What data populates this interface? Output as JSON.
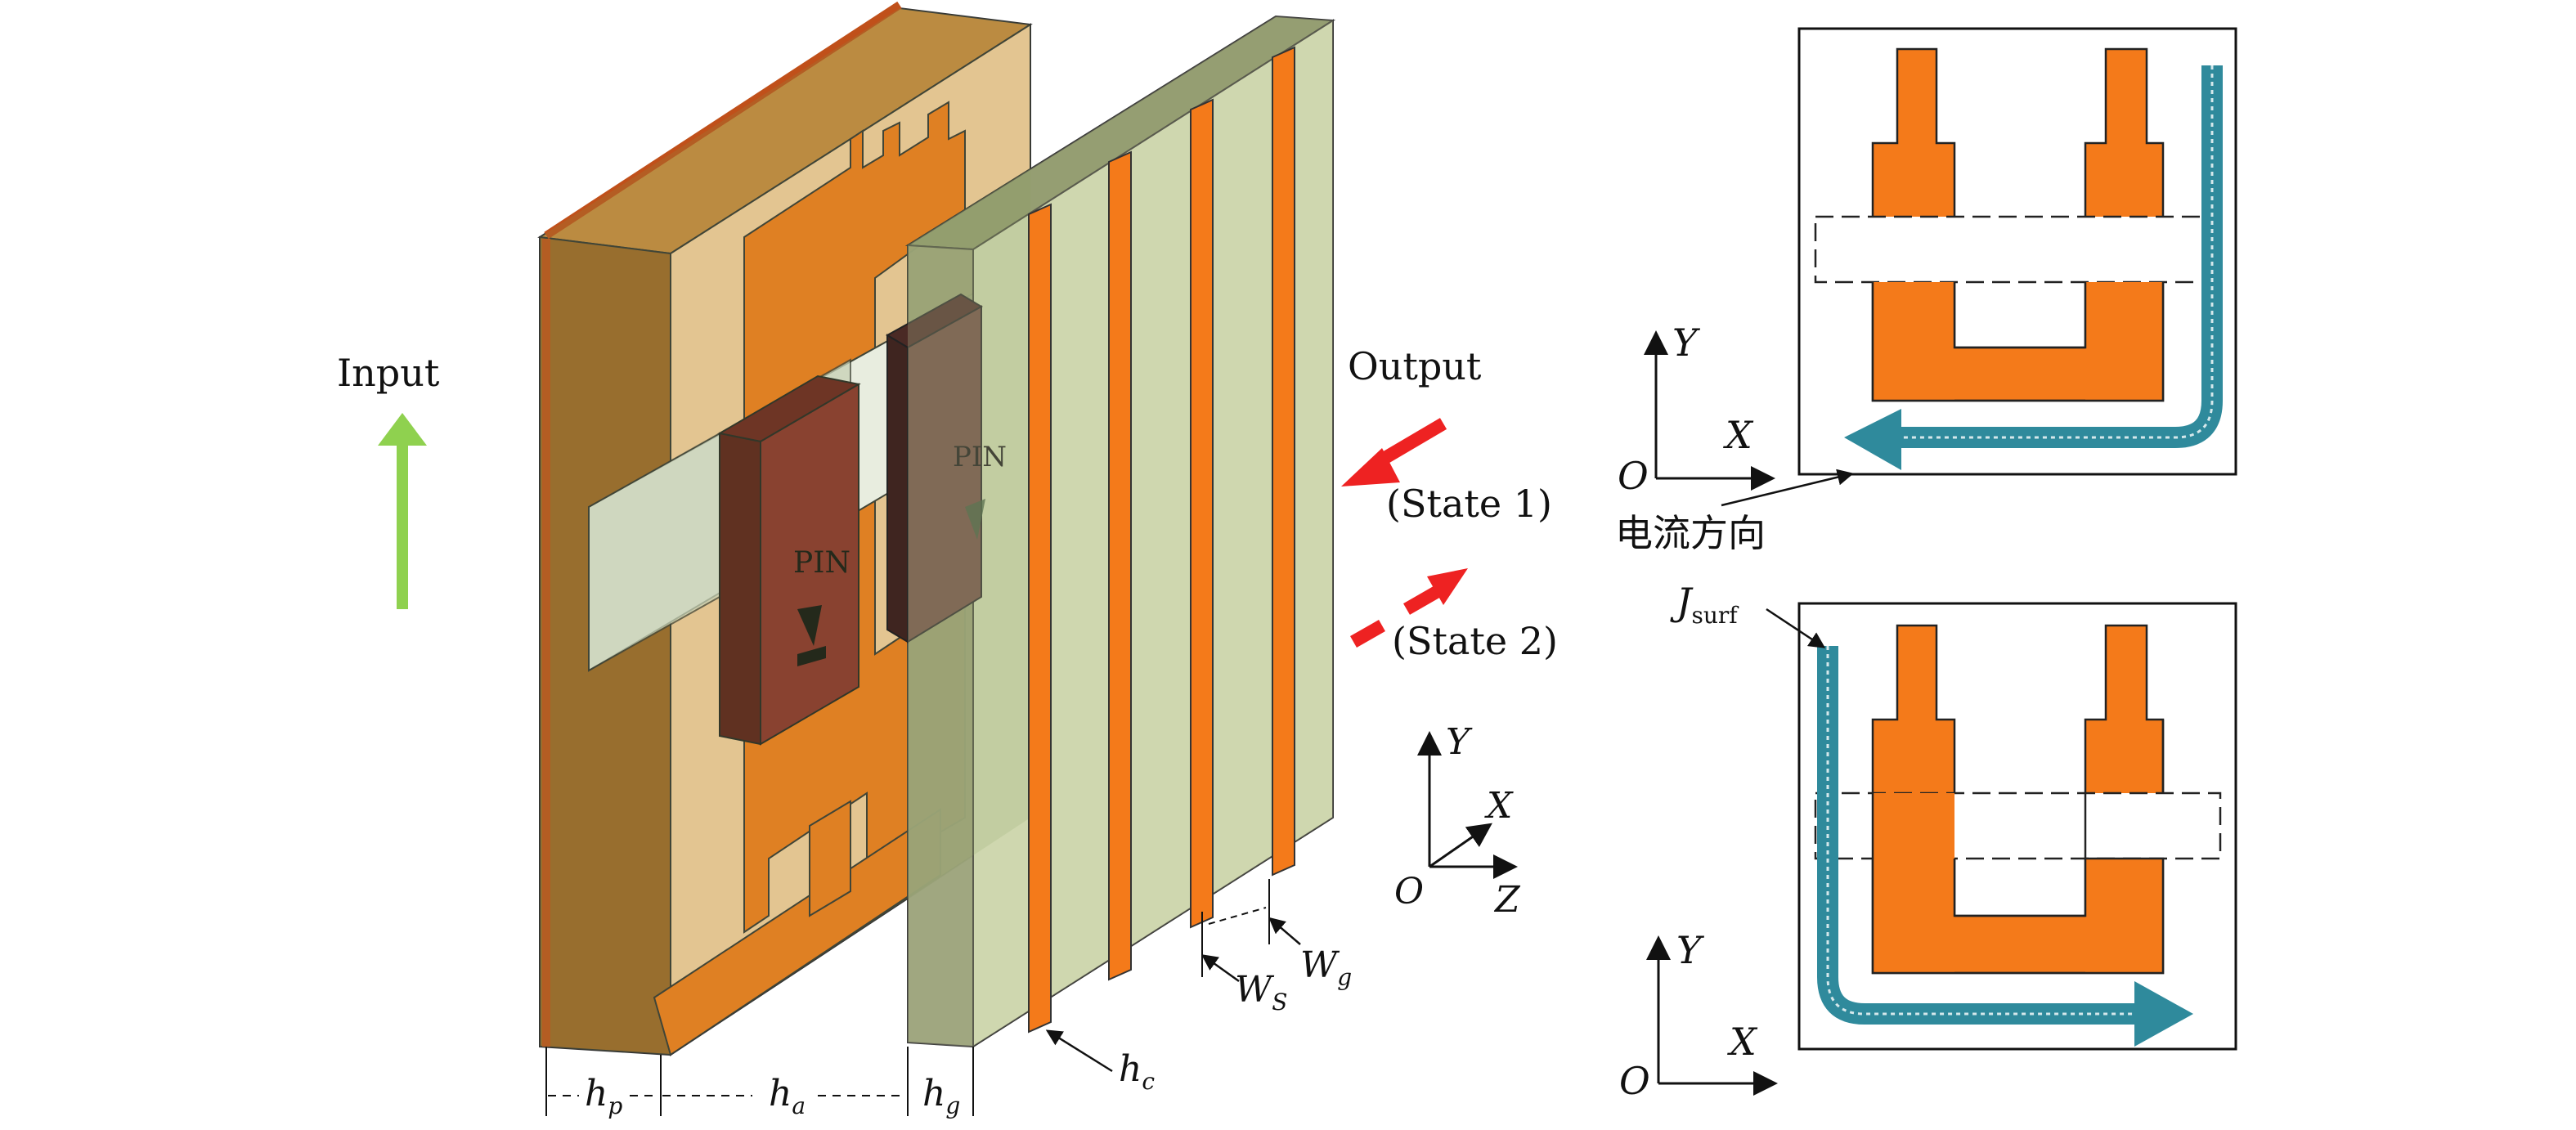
{
  "labels": {
    "input": "Input",
    "output": "Output",
    "state1": "(State 1)",
    "state2": "(State 2)",
    "pin": "PIN",
    "current_direction": "电流方向",
    "j_main": "J",
    "j_sub": "surf"
  },
  "axes3d": {
    "y": "Y",
    "x": "X",
    "o": "O",
    "z": "Z"
  },
  "axes_top": {
    "y": "Y",
    "x": "X",
    "o": "O"
  },
  "axes_bottom": {
    "y": "Y",
    "x": "X",
    "o": "O"
  },
  "dimensions": {
    "hp": "h",
    "hp_sub": "p",
    "ha": "h",
    "ha_sub": "a",
    "hg": "h",
    "hg_sub": "g",
    "hc": "h",
    "hc_sub": "c",
    "ws": "W",
    "ws_sub": "S",
    "wg": "W",
    "wg_sub": "g"
  },
  "colors": {
    "copper": "#f47a1a",
    "substrate": "#a3a781",
    "glass": "#e6f2c8",
    "pin": "#8b2f2a",
    "arrow_input": "#8fd14f",
    "arrow_output": "#ee2222",
    "current": "#2f8a9c"
  }
}
